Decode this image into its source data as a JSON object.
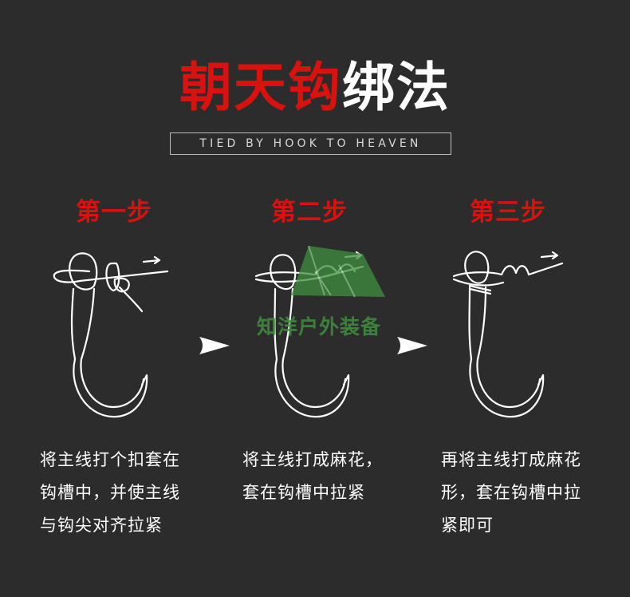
{
  "title": {
    "part_red": "朝天钩",
    "part_white": "绑法"
  },
  "subtitle": "TIED BY HOOK TO HEAVEN",
  "steps": [
    {
      "title": "第一步",
      "desc": [
        "将主线打个扣套在",
        "钩槽中，并使主线",
        "与钩尖对齐拉紧"
      ]
    },
    {
      "title": "第二步",
      "desc": [
        "将主线打成麻花，",
        "套在钩槽中拉紧"
      ]
    },
    {
      "title": "第三步",
      "desc": [
        "再将主线打成麻花",
        "形，套在钩槽中拉",
        "紧即可"
      ]
    }
  ],
  "watermark": "知洋户外装备",
  "colors": {
    "accent": "#d8120f",
    "background": "#2c2c2c",
    "text": "#ffffff",
    "watermark": "#3f8f3f"
  }
}
